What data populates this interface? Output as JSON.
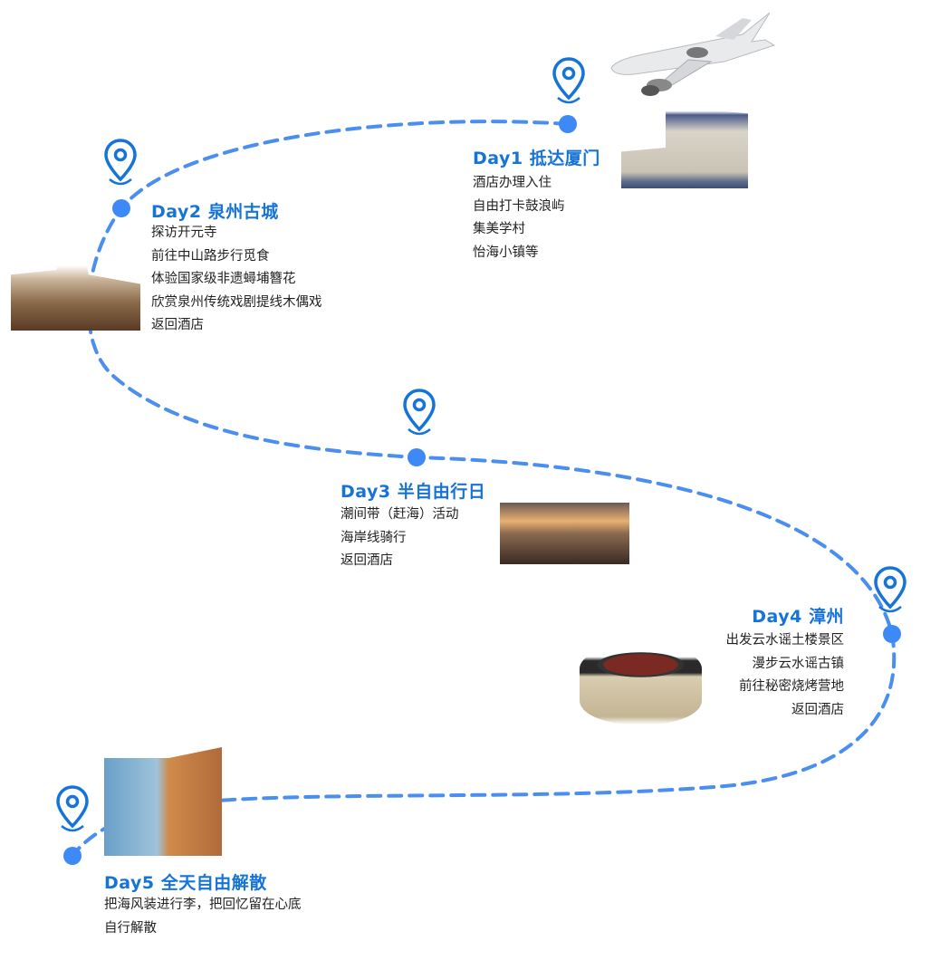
{
  "colors": {
    "accent": "#1673d8",
    "route": "#4a8ef0",
    "dot": "#3d8af7"
  },
  "days": [
    {
      "title": "Day1  抵达厦门",
      "items": [
        "酒店办理入住",
        "自由打卡鼓浪屿",
        "集美学村",
        "怡海小镇等"
      ],
      "photo": "hotel"
    },
    {
      "title": "Day2  泉州古城",
      "items": [
        "探访开元寺",
        "前往中山路步行觅食",
        "体验国家级非遗蟳埔簪花",
        "欣赏泉州传统戏剧提线木偶戏",
        "返回酒店"
      ],
      "photo": "pagoda"
    },
    {
      "title": "Day3  半自由行日",
      "items": [
        "潮间带（赶海）活动",
        "海岸线骑行",
        "返回酒店"
      ],
      "photo": "family-beach"
    },
    {
      "title": "Day4  漳州",
      "items": [
        "出发云水谣土楼景区",
        "漫步云水谣古镇",
        "前往秘密烧烤营地",
        "返回酒店"
      ],
      "photo": "tulou"
    },
    {
      "title": "Day5  全天自由解散",
      "items": [
        "把海风装进行李，把回忆留在心底",
        "自行解散"
      ],
      "photo": "seaside"
    }
  ]
}
